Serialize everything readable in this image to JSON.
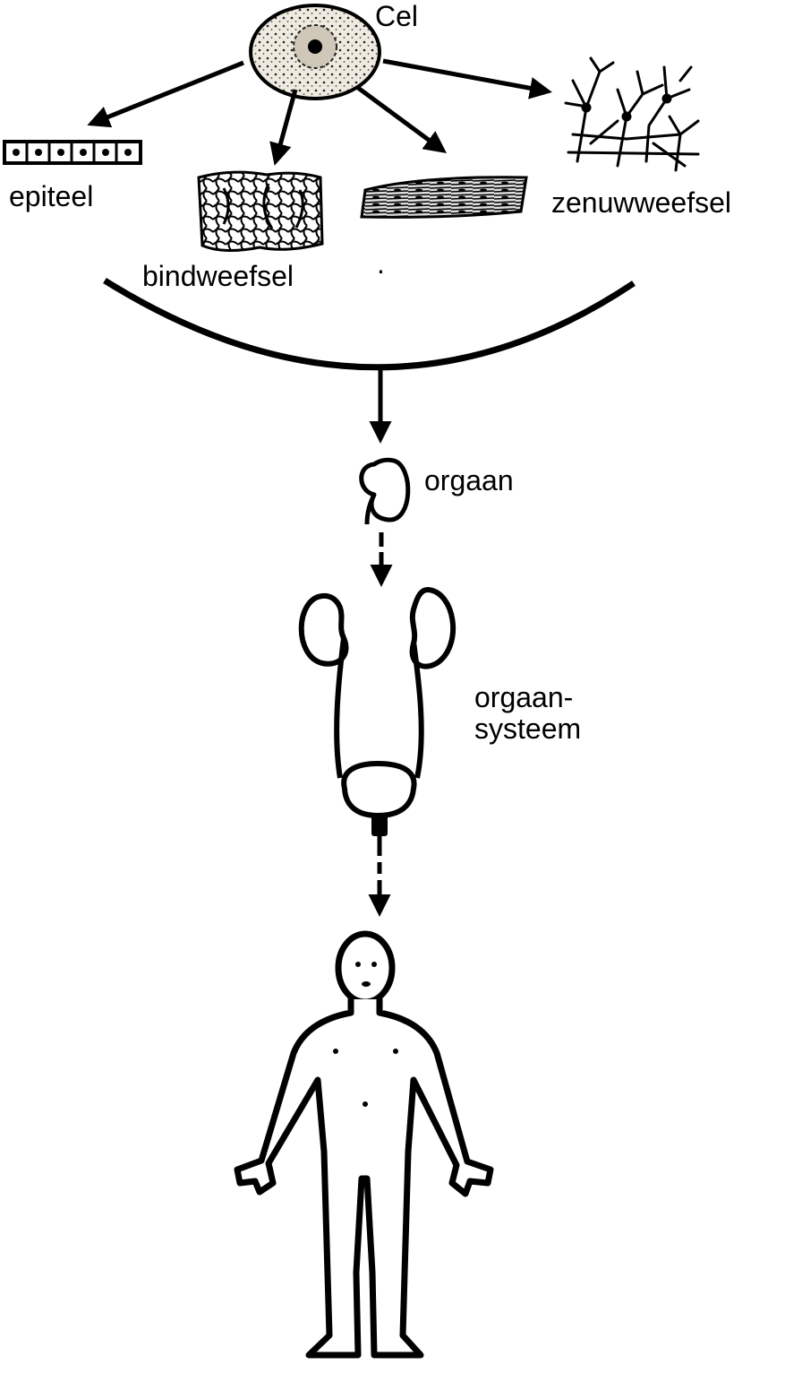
{
  "labels": {
    "cell": "Cel",
    "epithelium": "epiteel",
    "connective": "bindweefsel",
    "muscle": ".",
    "nerve": "zenuwweefsel",
    "organ": "orgaan",
    "organ_system_line1": "orgaan-",
    "organ_system_line2": "systeem"
  },
  "colors": {
    "ink": "#000000",
    "paper": "#ffffff",
    "cell_fill": "#e9e4da"
  }
}
